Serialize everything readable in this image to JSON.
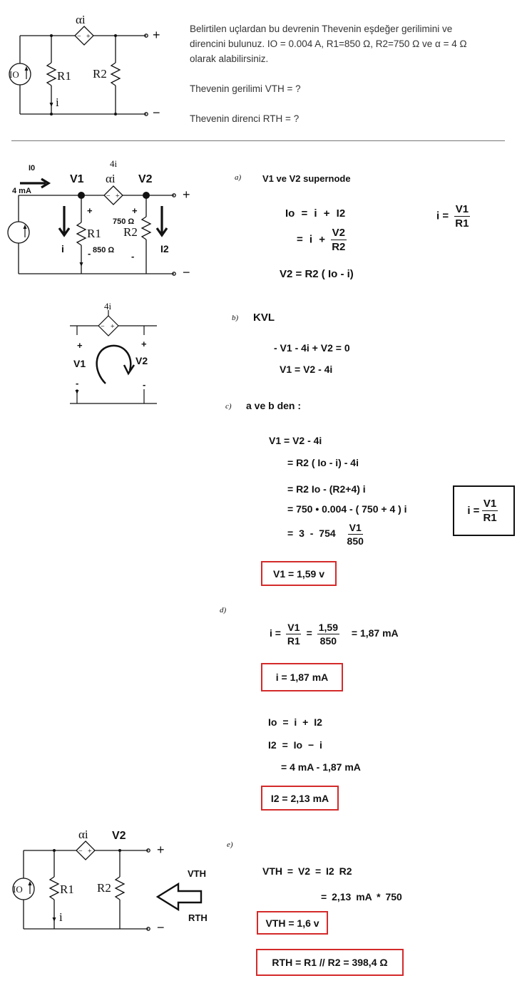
{
  "question": {
    "line1": "Belirtilen uçlardan bu devrenin Thevenin eşdeğer gerilimini ve",
    "line2": "direncini bulunuz. IO = 0.004 A, R1=850 Ω, R2=750 Ω ve α = 4 Ω",
    "line3": "olarak alabilirsiniz.",
    "vth_question": "Thevenin gerilimi VTH = ?",
    "rth_question": "Thevenin direnci RTH = ?"
  },
  "circuit_labels": {
    "dep_source": "αi",
    "source": "IO",
    "r1": "R1",
    "r2": "R2",
    "i": "i",
    "plus": "+",
    "minus": "−",
    "four_i": "4i",
    "io": "I0",
    "four_ma": "4 mA",
    "v1": "V1",
    "v2": "V2",
    "r1_value": "850 Ω",
    "r2_value": "750 Ω",
    "i2": "I2",
    "vth": "VTH",
    "rth": "RTH"
  },
  "step_a": {
    "marker": "a)",
    "title": "V1 ve V2 supernode",
    "eq1": "Io = i + I2",
    "eq2_prefix": "= i +",
    "eq2_num": "V2",
    "eq2_den": "R2",
    "eq3": "V2 = R2 ( Io - i)",
    "side_lhs": "i =",
    "side_num": "V1",
    "side_den": "R1"
  },
  "step_b": {
    "marker": "b)",
    "title": "KVL",
    "eq1": "- V1 - 4i + V2 = 0",
    "eq2": "V1 = V2 - 4i"
  },
  "step_c": {
    "marker": "c)",
    "title": "a ve b den :",
    "eq1": "V1 = V2 - 4i",
    "eq2": "= R2 ( Io - i) - 4i",
    "eq3": "= R2 Io - (R2+4) i",
    "eq4": "= 750 • 0.004 - ( 750 + 4 ) i",
    "eq5_prefix": "= 3 - 754",
    "eq5_num": "V1",
    "eq5_den": "850",
    "result": "V1 = 1,59 v",
    "box_lhs": "i =",
    "box_num": "V1",
    "box_den": "R1"
  },
  "step_d": {
    "marker": "d)",
    "eq1_lhs": "i =",
    "eq1_num": "V1",
    "eq1_den": "R1",
    "eq1_eq": "=",
    "eq1_num2": "1,59",
    "eq1_den2": "850",
    "eq1_result": "= 1,87 mA",
    "result_i": "i = 1,87 mA",
    "eq2": "Io = i + I2",
    "eq3": "I2 = Io − i",
    "eq4": "= 4 mA - 1,87 mA",
    "result_i2": "I2 = 2,13 mA"
  },
  "step_e": {
    "marker": "e)",
    "eq1": "VTH = V2 = I2 R2",
    "eq2": "= 2,13 mA * 750",
    "result_vth": "VTH = 1,6 v",
    "result_rth": "RTH = R1 // R2 = 398,4 Ω"
  }
}
